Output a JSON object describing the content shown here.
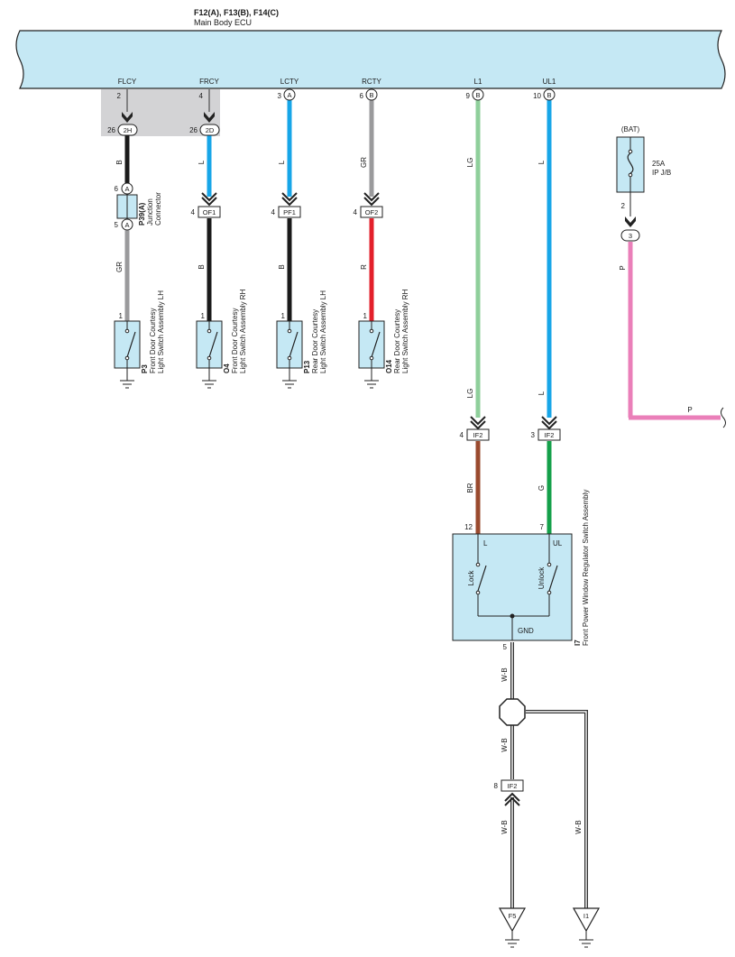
{
  "header": {
    "connectors": "F12(A), F13(B), F14(C)",
    "name": "Main Body ECU"
  },
  "ecu_pins": [
    {
      "label": "FLCY",
      "pin": "2"
    },
    {
      "label": "FRCY",
      "pin": "4"
    },
    {
      "label": "LCTY",
      "pin": "3",
      "conn": "A"
    },
    {
      "label": "RCTY",
      "pin": "6",
      "conn": "B"
    },
    {
      "label": "L1",
      "pin": "9",
      "conn": "B"
    },
    {
      "label": "UL1",
      "pin": "10",
      "conn": "B"
    }
  ],
  "junction_blocks": [
    {
      "pin": "26",
      "conn": "2H"
    },
    {
      "pin": "26",
      "conn": "2D"
    }
  ],
  "junction_connector": {
    "pin_top": "6",
    "pin_bottom": "5",
    "conn": "A",
    "code": "P39(A)",
    "name_line1": "Junction",
    "name_line2": "Connector"
  },
  "wire_colors": {
    "B": "#1a1a1a",
    "GR": "#9a9a9c",
    "L": "#17a6e8",
    "LG": "#8fcf9b",
    "R": "#e3202b",
    "BR": "#9a4a2e",
    "G": "#14a04a",
    "P": "#ea7fb9",
    "W-B": "#333333"
  },
  "wires": {
    "flcy_top": "B",
    "flcy_bottom": "GR",
    "frcy_top": "L",
    "frcy_bottom": "B",
    "lcty_top": "L",
    "lcty_bottom": "B",
    "rcty_top": "GR",
    "rcty_bottom": "R",
    "l1_top": "LG",
    "l1_mid": "LG",
    "l1_bottom": "BR",
    "ul1_top": "L",
    "ul1_mid": "L",
    "ul1_bottom": "G",
    "bat": "P",
    "bat_h": "P",
    "gnd_1": "W-B",
    "gnd_2": "W-B",
    "gnd_3": "W-B",
    "gnd_4": "W-B"
  },
  "inline_connectors": [
    {
      "pin": "4",
      "conn": "OF1"
    },
    {
      "pin": "4",
      "conn": "PF1"
    },
    {
      "pin": "4",
      "conn": "OF2"
    },
    {
      "pin": "4",
      "conn": "IF2"
    },
    {
      "pin": "3",
      "conn": "IF2"
    },
    {
      "pin": "8",
      "conn": "IF2"
    }
  ],
  "door_switches": [
    {
      "pin": "1",
      "code": "P3",
      "line1": "Front Door Courtesy",
      "line2": "Light Switch Assembly LH"
    },
    {
      "pin": "1",
      "code": "O4",
      "line1": "Front Door Courtesy",
      "line2": "Light Switch Assembly RH"
    },
    {
      "pin": "1",
      "code": "P13",
      "line1": "Rear Door Courtesy",
      "line2": "Light Switch Assembly LH"
    },
    {
      "pin": "1",
      "code": "O14",
      "line1": "Rear Door Courtesy",
      "line2": "Light Switch Assembly RH"
    }
  ],
  "fuse": {
    "source": "(BAT)",
    "rating": "25A",
    "box": "IP J/B",
    "pin": "2",
    "conn": "3"
  },
  "regulator_switch": {
    "code": "I7",
    "name": "Front Power Window Regulator Switch Assembly",
    "pin_l": "12",
    "pin_ul": "7",
    "pin_gnd": "5",
    "term_l": "L",
    "term_ul": "UL",
    "term_gnd": "GND",
    "lock": "Lock",
    "unlock": "Unlock"
  },
  "grounds": [
    {
      "label": "F5"
    },
    {
      "label": "I1"
    }
  ]
}
